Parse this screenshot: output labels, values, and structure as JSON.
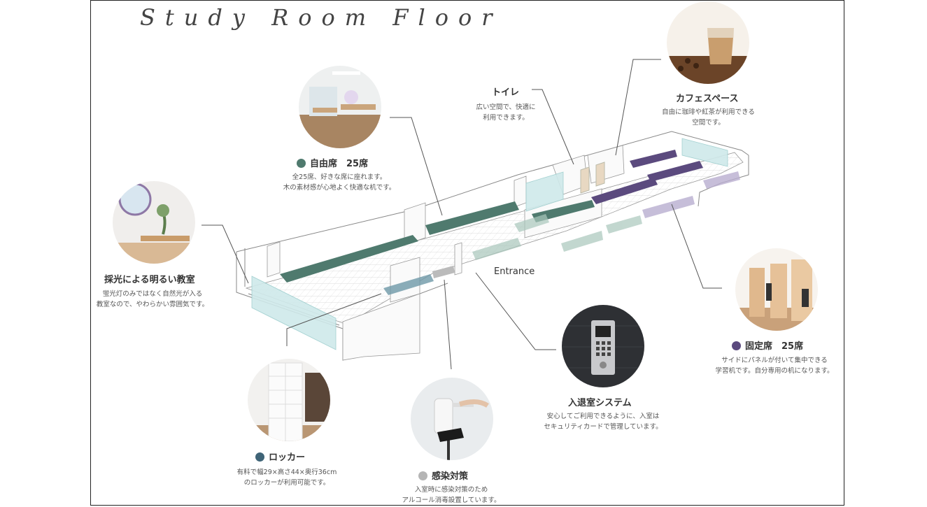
{
  "title": "Study Room Floor",
  "entrance": "Entrance",
  "colors": {
    "free_seat": "#4f7a6e",
    "fixed_seat": "#5b4a7e",
    "locker": "#3f6477",
    "infection": "#b5b5b5"
  },
  "features": {
    "free_seat": {
      "label": "自由席　25席",
      "desc1": "全25席、好きな席に座れます。",
      "desc2": "木の素材感が心地よく快適な机です。",
      "icon": "dot-green"
    },
    "toilet": {
      "label": "トイレ",
      "desc1": "広い空間で、快適に",
      "desc2": "利用できます。"
    },
    "cafe": {
      "label": "カフェスペース",
      "desc1": "自由に珈琲や紅茶が利用できる",
      "desc2": "空間です。"
    },
    "daylight": {
      "label": "採光による明るい教室",
      "desc1": "蛍光灯のみではなく自然光が入る",
      "desc2": "教室なので、やわらかい雰囲気です。"
    },
    "fixed_seat": {
      "label": "固定席　25席",
      "desc1": "サイドにパネルが付いて集中できる",
      "desc2": "学習机です。自分専用の机になります。",
      "icon": "dot-purple"
    },
    "entry": {
      "label": "入退室システム",
      "desc1": "安心してご利用できるように、入室は",
      "desc2": "セキュリティカードで管理しています。"
    },
    "locker": {
      "label": "ロッカー",
      "desc1": "有料で幅29×高さ44×奥行36cm",
      "desc2": "のロッカーが利用可能です。",
      "icon": "dot-blue"
    },
    "infection": {
      "label": "感染対策",
      "desc1": "入室時に感染対策のため",
      "desc2": "アルコール消毒設置しています。",
      "icon": "dot-grey"
    }
  }
}
